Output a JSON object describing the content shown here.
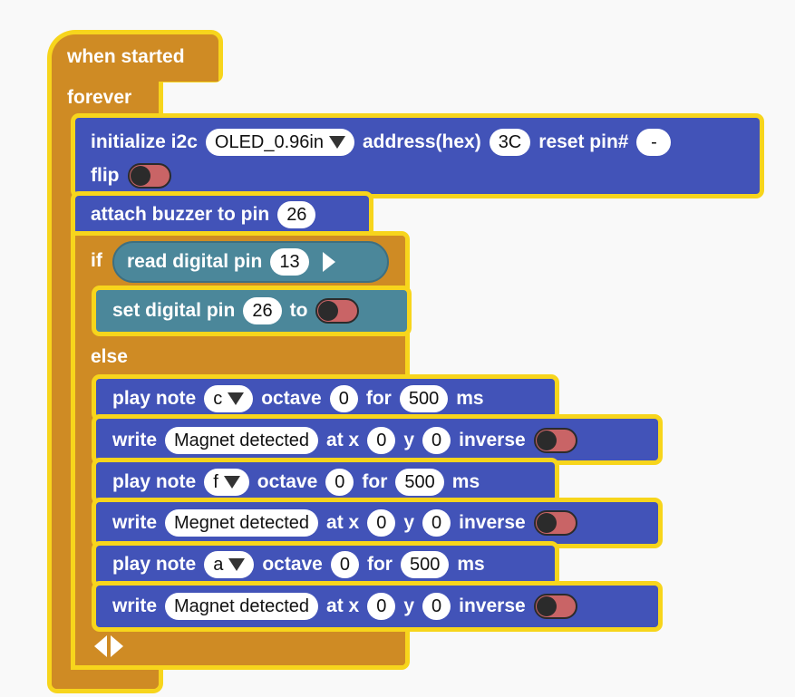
{
  "hat": {
    "label": "when started"
  },
  "forever": {
    "label": "forever"
  },
  "init_i2c": {
    "label": "initialize i2c",
    "device": "OLED_0.96in",
    "address_label": "address(hex)",
    "address": "3C",
    "reset_label": "reset pin#",
    "reset": "-",
    "flip_label": "flip"
  },
  "buzzer": {
    "label": "attach buzzer to pin",
    "pin": "26"
  },
  "if_block": {
    "if_label": "if",
    "cond_label": "read digital pin",
    "cond_pin": "13",
    "set_label": "set digital pin",
    "set_pin": "26",
    "to_label": "to",
    "else_label": "else"
  },
  "else_body": [
    {
      "kind": "play",
      "play_label": "play note",
      "note": "c",
      "octave_label": "octave",
      "octave": "0",
      "for_label": "for",
      "duration": "500",
      "ms_label": "ms"
    },
    {
      "kind": "write",
      "write_label": "write",
      "text": "Magnet detected",
      "at_x_label": "at x",
      "x": "0",
      "y_label": "y",
      "y": "0",
      "inverse_label": "inverse"
    },
    {
      "kind": "play",
      "play_label": "play note",
      "note": "f",
      "octave_label": "octave",
      "octave": "0",
      "for_label": "for",
      "duration": "500",
      "ms_label": "ms"
    },
    {
      "kind": "write",
      "write_label": "write",
      "text": "Megnet detected",
      "at_x_label": "at x",
      "x": "0",
      "y_label": "y",
      "y": "0",
      "inverse_label": "inverse"
    },
    {
      "kind": "play",
      "play_label": "play note",
      "note": "a",
      "octave_label": "octave",
      "octave": "0",
      "for_label": "for",
      "duration": "500",
      "ms_label": "ms"
    },
    {
      "kind": "write",
      "write_label": "write",
      "text": "Magnet detected",
      "at_x_label": "at x",
      "x": "0",
      "y_label": "y",
      "y": "0",
      "inverse_label": "inverse"
    }
  ],
  "colors": {
    "control": "#cf8b24",
    "function": "#4253b8",
    "io": "#4b879a",
    "highlight": "#f7d51c",
    "toggle_off": "#c96466"
  }
}
